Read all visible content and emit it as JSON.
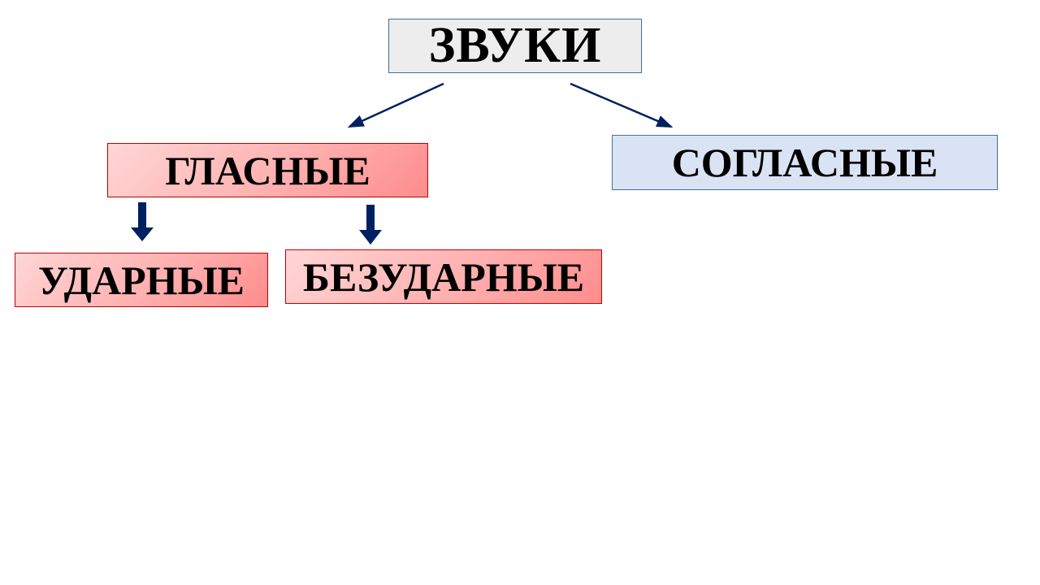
{
  "diagram": {
    "root": {
      "label": "ЗВУКИ"
    },
    "vowels": {
      "label": "ГЛАСНЫЕ"
    },
    "consonants": {
      "label": "СОГЛАСНЫЕ"
    },
    "stressed": {
      "label": "УДАРНЫЕ"
    },
    "unstressed": {
      "label": "БЕЗУДАРНЫЕ"
    }
  },
  "colors": {
    "connector": "#002060",
    "vowel_fill": "#ffb0b0",
    "vowel_border": "#c00000",
    "consonant_fill": "#dae3f3",
    "root_fill": "#ededed",
    "box_border": "#41719c"
  }
}
